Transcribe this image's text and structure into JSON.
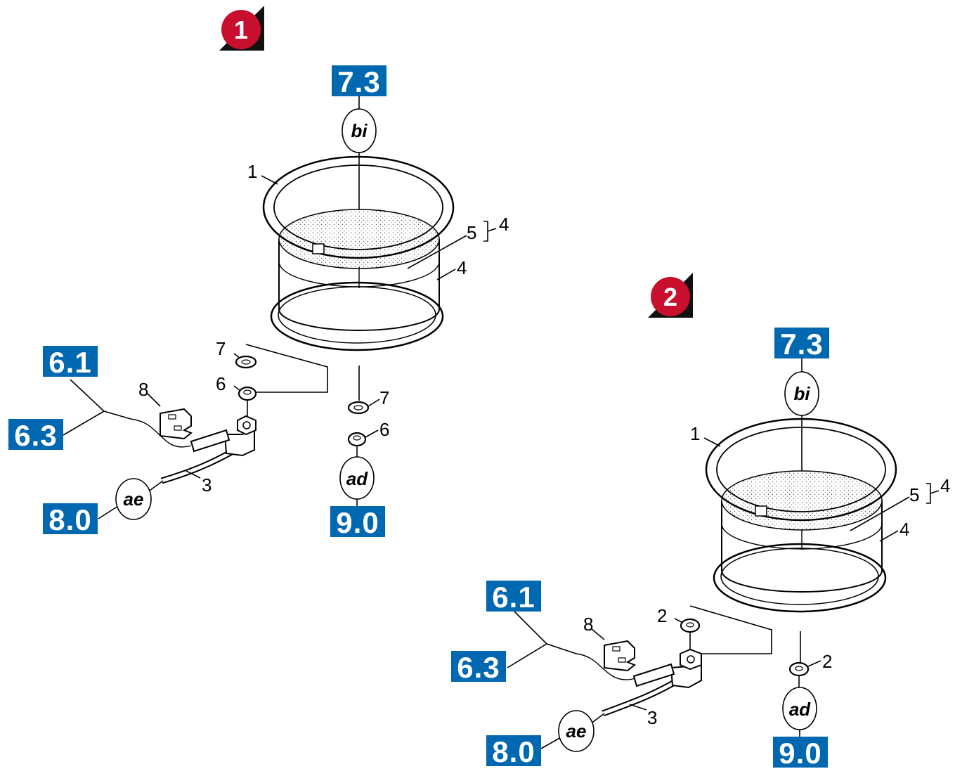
{
  "views": [
    {
      "badge": "1",
      "refs": {
        "top": "7.3",
        "bottom": "9.0",
        "left_a": "6.1",
        "left_b": "6.3",
        "left_c": "8.0"
      },
      "codes": {
        "top": "bi",
        "bottom": "ad",
        "left": "ae"
      },
      "parts": {
        "ring": "1",
        "filter_inner": "5",
        "filter_group": "4",
        "filter_body": "4",
        "washer_left": "7",
        "nut_left": "6",
        "washer_right": "7",
        "nut_right": "6",
        "bracket": "8",
        "cable": "3"
      }
    },
    {
      "badge": "2",
      "refs": {
        "top": "7.3",
        "bottom": "9.0",
        "left_a": "6.1",
        "left_b": "6.3",
        "left_c": "8.0"
      },
      "codes": {
        "top": "bi",
        "bottom": "ad",
        "left": "ae"
      },
      "parts": {
        "ring": "1",
        "filter_inner": "5",
        "filter_group": "4",
        "filter_body": "4",
        "washer_left": "2",
        "washer_right": "2",
        "bracket": "8",
        "cable": "3"
      }
    }
  ],
  "colors": {
    "ref_box": "#0068b1",
    "badge": "#c8102e",
    "badge_shadow": "#111111"
  }
}
